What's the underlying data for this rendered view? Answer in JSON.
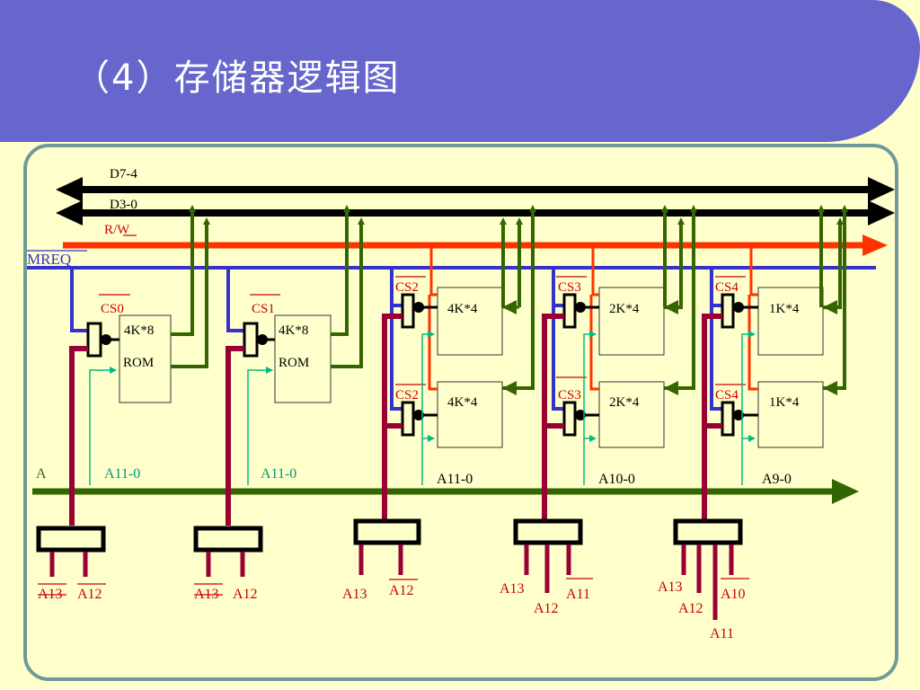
{
  "title": "（4）存储器逻辑图",
  "buses": {
    "d_high": "D7-4",
    "d_low": "D3-0",
    "rw": "R/W",
    "mreq": "MREQ",
    "addr": "A"
  },
  "chips": {
    "rom0_size": "4K*8",
    "rom0_type": "ROM",
    "rom0_cs": "CS0",
    "rom1_size": "4K*8",
    "rom1_type": "ROM",
    "rom1_cs": "CS1",
    "ram2a_size": "4K*4",
    "ram2b_size": "4K*4",
    "cs2": "CS2",
    "ram3a_size": "2K*4",
    "ram3b_size": "2K*4",
    "cs3": "CS3",
    "ram4a_size": "1K*4",
    "ram4b_size": "1K*4",
    "cs4": "CS4"
  },
  "addr_labels": {
    "a11_0_rom0": "A11-0",
    "a11_0_rom1": "A11-0",
    "a11_0_ram": "A11-0",
    "a10_0": "A10-0",
    "a9_0": "A9-0"
  },
  "decoder_inputs": {
    "d0_a": "A13",
    "d0_b": "A12",
    "d1_a": "A13",
    "d1_b": "A12",
    "d2_a": "A13",
    "d2_b": "A12",
    "d3_a": "A13",
    "d3_b": "A12",
    "d3_c": "A11",
    "d4_a": "A13",
    "d4_b": "A12",
    "d4_c": "A10",
    "d4_d": "A11"
  },
  "colors": {
    "header": "#6666cc",
    "background": "#ffffcc",
    "data_bus": "#000000",
    "rw_line": "#ff3300",
    "mreq_line": "#3333cc",
    "addr_bus": "#336600",
    "decoder_line": "#990033",
    "addr_branch": "#00bb88",
    "text_red": "#cc0000"
  }
}
